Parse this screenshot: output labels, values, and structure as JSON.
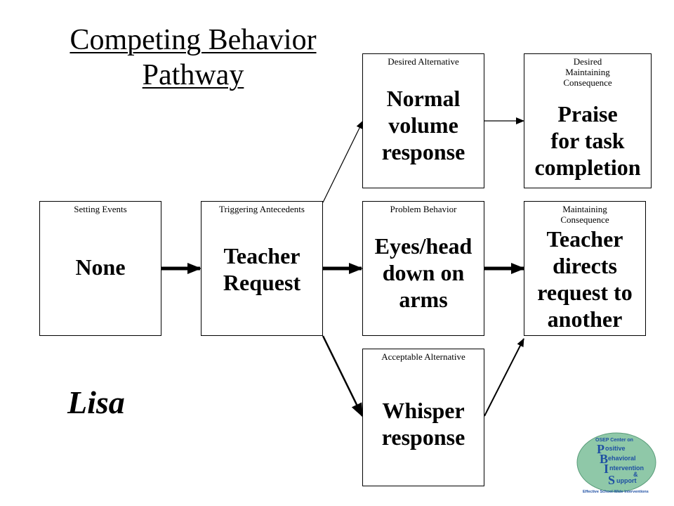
{
  "title": {
    "line1": "Competing Behavior",
    "line2": "Pathway"
  },
  "student_name": "Lisa",
  "boxes": {
    "setting_events": {
      "label": "Setting Events",
      "content": "None"
    },
    "triggering_antecedents": {
      "label": "Triggering Antecedents",
      "content_line1": "Teacher",
      "content_line2": "Request"
    },
    "desired_alternative": {
      "label": "Desired Alternative",
      "content_line1": "Normal",
      "content_line2": "volume",
      "content_line3": "response"
    },
    "problem_behavior": {
      "label": "Problem Behavior",
      "content_line1": "Eyes/head",
      "content_line2": "down on",
      "content_line3": "arms"
    },
    "acceptable_alternative": {
      "label": "Acceptable Alternative",
      "content_line1": "Whisper",
      "content_line2": "response"
    },
    "desired_maintaining_consequence": {
      "label_line1": "Desired",
      "label_line2": "Maintaining",
      "label_line3": "Consequence",
      "content_line1": "Praise",
      "content_line2": "for task",
      "content_line3": "completion"
    },
    "maintaining_consequence": {
      "label_line1": "Maintaining",
      "label_line2": "Consequence",
      "content_line1": "Teacher",
      "content_line2": "directs",
      "content_line3": "request to",
      "content_line4": "another"
    }
  },
  "logo": {
    "top_text": "OSEP Center on",
    "letters": [
      "P",
      "B",
      "I",
      "S"
    ],
    "words": [
      "ositive",
      "ehavioral",
      "ntervention",
      "upport"
    ],
    "ampersand": "&",
    "bottom_text": "Effective School-Wide Interventions",
    "colors": {
      "fill": "#8fc8a8",
      "text": "#1e4fa3",
      "banner": "#1e4fa3"
    }
  }
}
